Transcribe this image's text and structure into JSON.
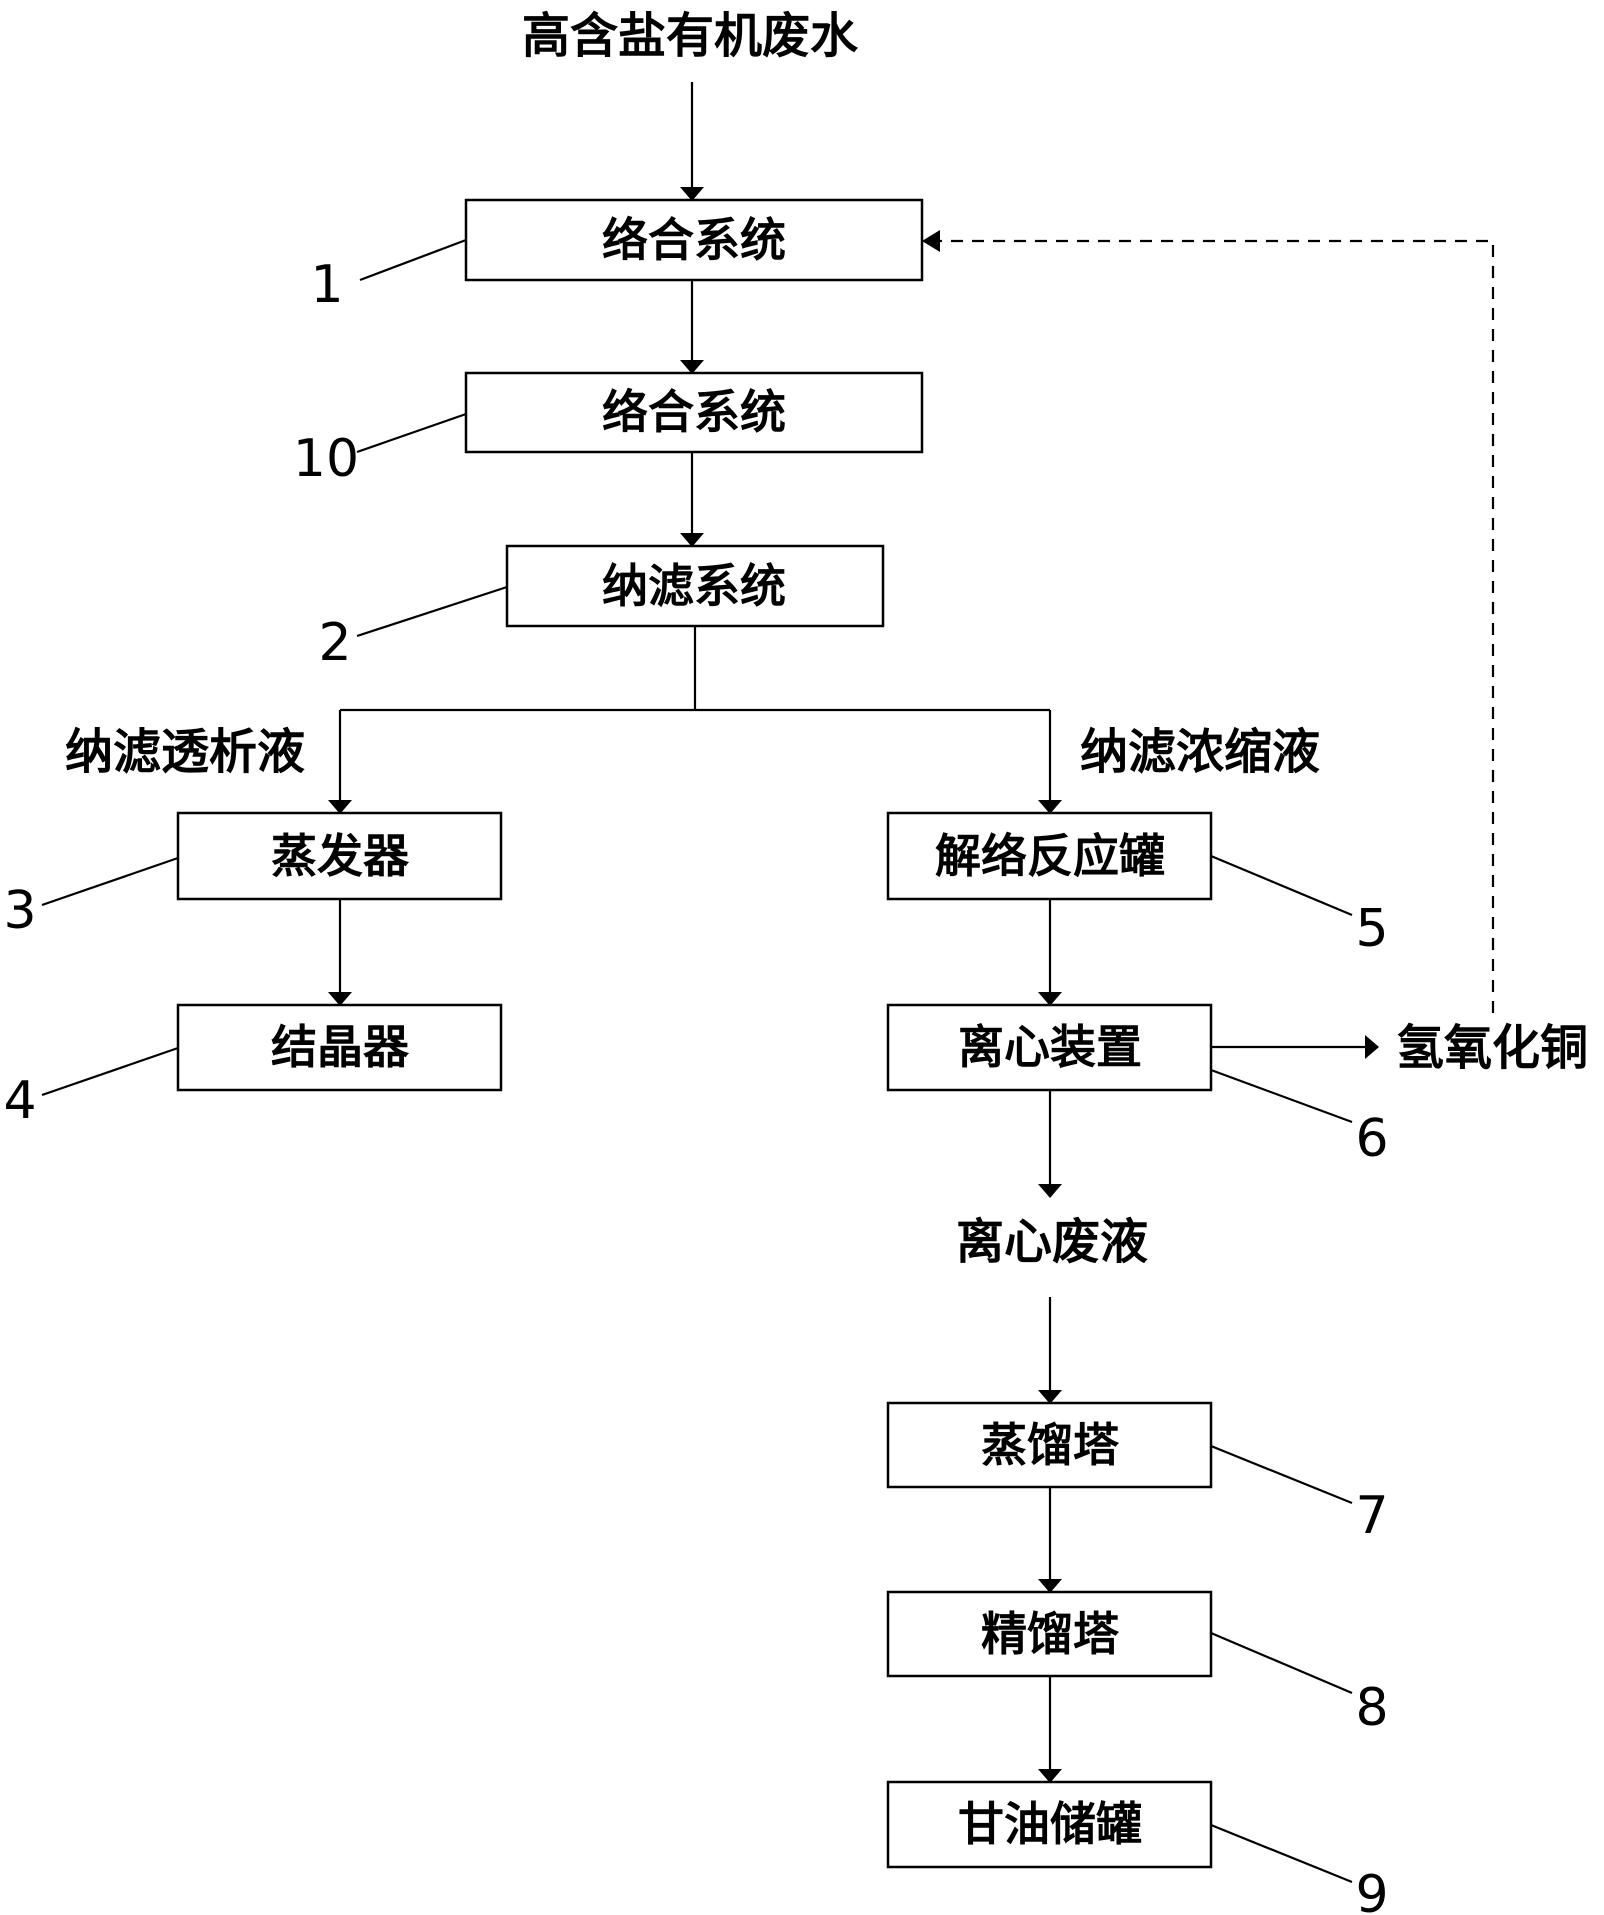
{
  "diagram": {
    "input_label": "高含盐有机废水",
    "boxes": {
      "b1": "络合系统",
      "b10": "络合系统",
      "b2": "纳滤系统",
      "b3": "蒸发器",
      "b4": "结晶器",
      "b5": "解络反应罐",
      "b6": "离心装置",
      "b7": "蒸馏塔",
      "b8": "精馏塔",
      "b9": "甘油储罐"
    },
    "flow_labels": {
      "permeate": "纳滤透析液",
      "concentrate": "纳滤浓缩液",
      "product": "氢氧化铜",
      "centrifuge_waste": "离心废液"
    },
    "numbers": {
      "n1": "1",
      "n10": "10",
      "n2": "2",
      "n3": "3",
      "n4": "4",
      "n5": "5",
      "n6": "6",
      "n7": "7",
      "n8": "8",
      "n9": "9"
    }
  }
}
